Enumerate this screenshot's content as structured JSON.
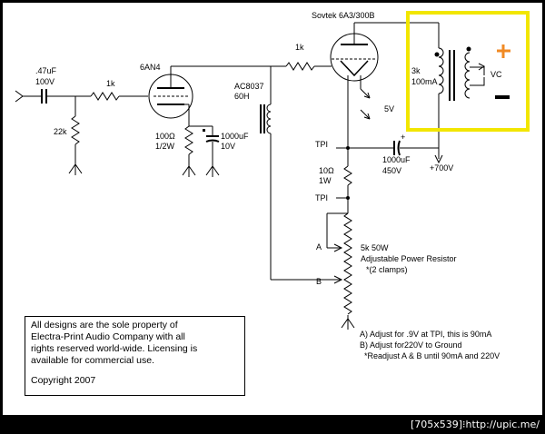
{
  "schematic": {
    "labels": {
      "tube_power": "Sovtek 6A3/300B",
      "tube_driver": "6AN4",
      "cap_input": ".47uF",
      "cap_input_voltage": "100V",
      "res_input": "1k",
      "res_grid": "22k",
      "res_cathode": "100Ω",
      "res_cathode_power": "1/2W",
      "cap_cathode": "1000uF",
      "cap_cathode_voltage": "10V",
      "choke_model": "AC8037",
      "choke_inductance": "60H",
      "res_grid_stopper": "1k",
      "transformer_impedance": "3k",
      "transformer_current": "100mA",
      "speaker_label": "VC",
      "filament_voltage": "5V",
      "testpoint_1": "TPI",
      "testpoint_2": "TPI",
      "cap_bypass": "1000uF",
      "cap_bypass_voltage": "450V",
      "supply_voltage": "+700V",
      "res_sense": "10Ω",
      "res_sense_power": "1W",
      "pot_value": "5k 50W",
      "pot_desc": "Adjustable Power Resistor",
      "pot_clamps": "*(2 clamps)",
      "wiper_a": "A",
      "wiper_b": "B",
      "plus_sign": "+",
      "minus_sign": "–"
    },
    "notes": {
      "a": "A) Adjust for .9V at TPI, this is 90mA",
      "b": "B) Adjust for220V to Ground",
      "c": "*Readjust A & B until 90mA and 220V"
    },
    "notice": {
      "line1": "All designs are the sole property of",
      "line2": "Electra-Print Audio Company with all",
      "line3": "rights reserved world-wide. Licensing is",
      "line4": "available for commercial use.",
      "copyright": "Copyright 2007"
    },
    "colors": {
      "highlight": "#f2e600",
      "plus": "#f08a24",
      "ink": "#000000"
    }
  },
  "footer": {
    "caption": "[705x539]⁝http://upic.me/"
  }
}
